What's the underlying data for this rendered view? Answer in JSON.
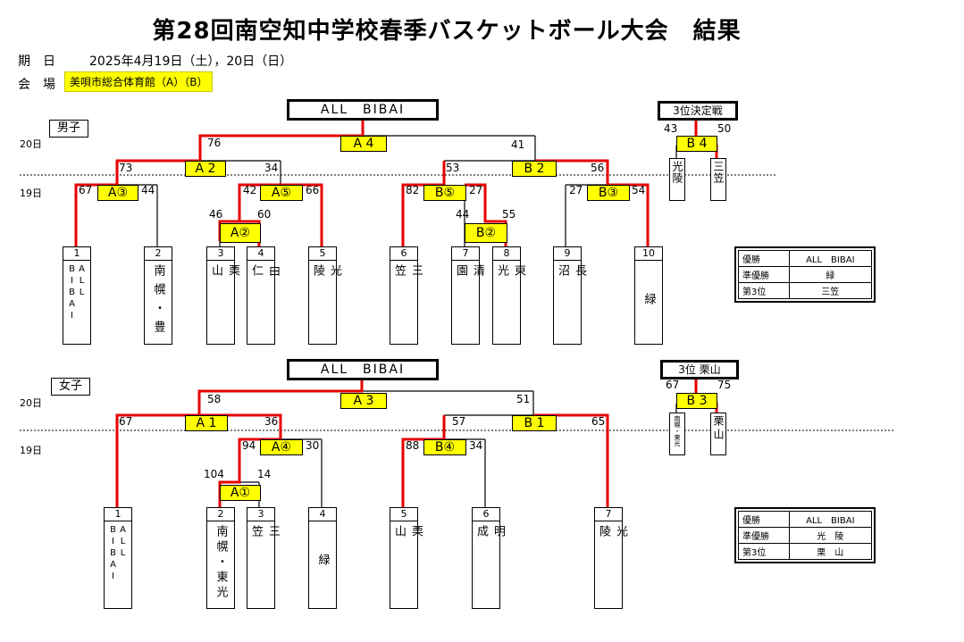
{
  "title": "第28回南空知中学校春季バスケットボール大会　結果",
  "date_label": "期　日",
  "date_value": "2025年4月19日（土），20日（日）",
  "venue_label": "会　場",
  "venue_value": "美唄市総合体育館（A）（B）",
  "colors": {
    "winner_line": "#e60000",
    "highlight": "#ffff00"
  },
  "boys": {
    "label": "男子",
    "day20": "20日",
    "day19": "19日",
    "champion": "ALL　BIBAI",
    "third_box": "3位決定戦",
    "teams": [
      {
        "num": "1",
        "name": "ALL BIBAI"
      },
      {
        "num": "2",
        "name": "南幌・豊"
      },
      {
        "num": "3",
        "name": "栗山"
      },
      {
        "num": "4",
        "name": "由仁"
      },
      {
        "num": "5",
        "name": "光陵"
      },
      {
        "num": "6",
        "name": "三笠"
      },
      {
        "num": "7",
        "name": "清園"
      },
      {
        "num": "8",
        "name": "東光"
      },
      {
        "num": "9",
        "name": "長沼"
      },
      {
        "num": "10",
        "name": "緑"
      }
    ],
    "games": {
      "A2c": {
        "label": "A②",
        "s1": "46",
        "s2": "60"
      },
      "B2c": {
        "label": "B②",
        "s1": "44",
        "s2": "55"
      },
      "A3": {
        "label": "A③",
        "s1": "67",
        "s2": "44"
      },
      "A5": {
        "label": "A⑤",
        "s1": "42",
        "s2": "66"
      },
      "B5": {
        "label": "B⑤",
        "s1": "82",
        "s2": "27"
      },
      "B3c": {
        "label": "B③",
        "s1": "27",
        "s2": "54"
      },
      "A2": {
        "label": "A 2",
        "s1": "73",
        "s2": "34"
      },
      "B2": {
        "label": "B 2",
        "s1": "53",
        "s2": "56"
      },
      "A4": {
        "label": "A 4",
        "s1": "76",
        "s2": "41"
      },
      "B4": {
        "label": "B 4",
        "s1": "43",
        "s2": "50"
      }
    },
    "third_teams": [
      "光陵",
      "三笠"
    ],
    "results": [
      {
        "k": "優勝",
        "v": "ALL　BIBAI"
      },
      {
        "k": "準優勝",
        "v": "緑"
      },
      {
        "k": "第3位",
        "v": "三笠"
      }
    ]
  },
  "girls": {
    "label": "女子",
    "day20": "20日",
    "day19": "19日",
    "champion": "ALL　BIBAI",
    "third_box": "3位 栗山",
    "teams": [
      {
        "num": "1",
        "name": "ALL BIBAI"
      },
      {
        "num": "2",
        "name": "南幌・東光"
      },
      {
        "num": "3",
        "name": "三笠"
      },
      {
        "num": "4",
        "name": "緑"
      },
      {
        "num": "5",
        "name": "栗山"
      },
      {
        "num": "6",
        "name": "明成"
      },
      {
        "num": "7",
        "name": "光陵"
      }
    ],
    "games": {
      "A1c": {
        "label": "A①",
        "s1": "104",
        "s2": "14"
      },
      "A4c": {
        "label": "A④",
        "s1": "94",
        "s2": "30"
      },
      "B4c": {
        "label": "B④",
        "s1": "88",
        "s2": "34"
      },
      "A1": {
        "label": "A 1",
        "s1": "67",
        "s2": "36"
      },
      "B1": {
        "label": "B 1",
        "s1": "57",
        "s2": "65"
      },
      "A3": {
        "label": "A 3",
        "s1": "58",
        "s2": "51"
      },
      "B3": {
        "label": "B 3",
        "s1": "67",
        "s2": "75"
      }
    },
    "third_teams": [
      "南幌・東光",
      "栗山"
    ],
    "results": [
      {
        "k": "優勝",
        "v": "ALL　BIBAI"
      },
      {
        "k": "準優勝",
        "v": "光　陵"
      },
      {
        "k": "第3位",
        "v": "栗　山"
      }
    ]
  }
}
